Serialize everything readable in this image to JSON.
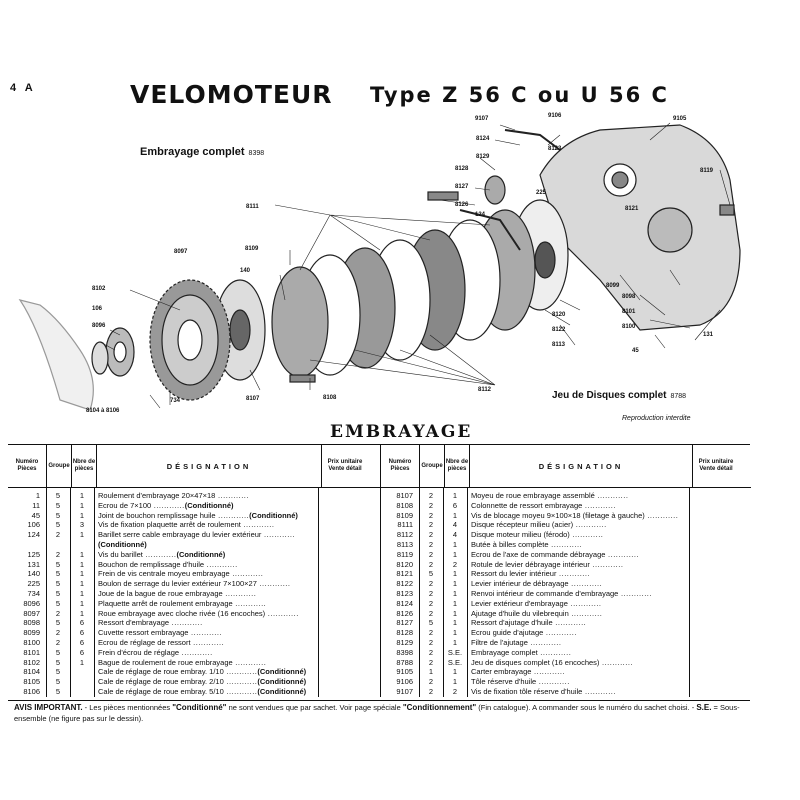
{
  "page": {
    "number": "4 A",
    "title": "VELOMOTEUR",
    "type": "Type Z 56 C ou U 56 C",
    "subtitle": "Embrayage complet",
    "subtitle_ref": "8398",
    "set_caption": "Jeu de Disques complet",
    "set_caption_ref": "8788",
    "reproduction": "Reproduction interdite",
    "section_title": "EMBRAYAGE"
  },
  "diagram_labels": [
    "9107",
    "9106",
    "9105",
    "8124",
    "8123",
    "8129",
    "8119",
    "8128",
    "225",
    "8127",
    "8126",
    "8121",
    "124",
    "8111",
    "8097",
    "8109",
    "140",
    "8102",
    "106",
    "8096",
    "8099",
    "8098",
    "8101",
    "8100",
    "131",
    "8120",
    "8122",
    "8113",
    "45",
    "8104 à 8106",
    "734",
    "8107",
    "8108",
    "8112"
  ],
  "table": {
    "headers": {
      "numero": "Numéro Pièces",
      "groupe": "Groupe",
      "nombre": "Nbre de pièces",
      "designation": "DÉSIGNATION",
      "prix": "Prix unitaire Vente détail"
    },
    "left": [
      {
        "num": "1",
        "grp": "5",
        "nbr": "1",
        "des": "Roulement d'embrayage 20×47×18",
        "cond": ""
      },
      {
        "num": "11",
        "grp": "5",
        "nbr": "1",
        "des": "Ecrou de 7×100",
        "cond": "(Conditionné)"
      },
      {
        "num": "45",
        "grp": "5",
        "nbr": "1",
        "des": "Joint de bouchon remplissage huile",
        "cond": "(Conditionné)"
      },
      {
        "num": "106",
        "grp": "5",
        "nbr": "3",
        "des": "Vis de fixation plaquette arrêt de roulement",
        "cond": ""
      },
      {
        "num": "124",
        "grp": "2",
        "nbr": "1",
        "des": "Barillet serre cable embrayage du levier extérieur",
        "cond": ""
      },
      {
        "num": "",
        "grp": "",
        "nbr": "",
        "des": "",
        "cond": "(Conditionné)"
      },
      {
        "num": "125",
        "grp": "2",
        "nbr": "1",
        "des": "Vis du barillet",
        "cond": "(Conditionné)"
      },
      {
        "num": "131",
        "grp": "5",
        "nbr": "1",
        "des": "Bouchon de remplissage d'huile",
        "cond": ""
      },
      {
        "num": "140",
        "grp": "5",
        "nbr": "1",
        "des": "Frein de vis centrale moyeu embrayage",
        "cond": ""
      },
      {
        "num": "225",
        "grp": "5",
        "nbr": "1",
        "des": "Boulon de serrage du levier extérieur 7×100×27",
        "cond": ""
      },
      {
        "num": "734",
        "grp": "5",
        "nbr": "1",
        "des": "Joue de la bague de roue embrayage",
        "cond": ""
      },
      {
        "num": "8096",
        "grp": "5",
        "nbr": "1",
        "des": "Plaquette arrêt de roulement embrayage",
        "cond": ""
      },
      {
        "num": "8097",
        "grp": "2",
        "nbr": "1",
        "des": "Roue embrayage avec cloche rivée (16 encoches)",
        "cond": ""
      },
      {
        "num": "8098",
        "grp": "5",
        "nbr": "6",
        "des": "Ressort d'embrayage",
        "cond": ""
      },
      {
        "num": "8099",
        "grp": "2",
        "nbr": "6",
        "des": "Cuvette ressort embrayage",
        "cond": ""
      },
      {
        "num": "8100",
        "grp": "2",
        "nbr": "6",
        "des": "Ecrou de réglage de ressort",
        "cond": ""
      },
      {
        "num": "8101",
        "grp": "5",
        "nbr": "6",
        "des": "Frein d'écrou de réglage",
        "cond": ""
      },
      {
        "num": "8102",
        "grp": "5",
        "nbr": "1",
        "des": "Bague de roulement de roue embrayage",
        "cond": ""
      },
      {
        "num": "8104",
        "grp": "5",
        "nbr": "",
        "des": "Cale de réglage de roue embray. 1/10",
        "cond": "(Conditionné)"
      },
      {
        "num": "8105",
        "grp": "5",
        "nbr": "",
        "des": "Cale de réglage de roue embray. 2/10",
        "cond": "(Conditionné)"
      },
      {
        "num": "8106",
        "grp": "5",
        "nbr": "",
        "des": "Cale de réglage de roue embray. 5/10",
        "cond": "(Conditionné)"
      }
    ],
    "right": [
      {
        "num": "8107",
        "grp": "2",
        "nbr": "1",
        "des": "Moyeu de roue embrayage assemblé",
        "cond": ""
      },
      {
        "num": "8108",
        "grp": "2",
        "nbr": "6",
        "des": "Colonnette de ressort embrayage",
        "cond": ""
      },
      {
        "num": "8109",
        "grp": "2",
        "nbr": "1",
        "des": "Vis de blocage moyeu 9×100×18 (filetage à gauche)",
        "cond": ""
      },
      {
        "num": "8111",
        "grp": "2",
        "nbr": "4",
        "des": "Disque récepteur milieu (acier)",
        "cond": ""
      },
      {
        "num": "8112",
        "grp": "2",
        "nbr": "4",
        "des": "Disque moteur milieu (férodo)",
        "cond": ""
      },
      {
        "num": "8113",
        "grp": "2",
        "nbr": "1",
        "des": "Butée à billes complète",
        "cond": ""
      },
      {
        "num": "8119",
        "grp": "2",
        "nbr": "1",
        "des": "Ecrou de l'axe de commande débrayage",
        "cond": ""
      },
      {
        "num": "8120",
        "grp": "2",
        "nbr": "2",
        "des": "Rotule de levier débrayage intérieur",
        "cond": ""
      },
      {
        "num": "8121",
        "grp": "5",
        "nbr": "1",
        "des": "Ressort du levier intérieur",
        "cond": ""
      },
      {
        "num": "8122",
        "grp": "2",
        "nbr": "1",
        "des": "Levier intérieur de débrayage",
        "cond": ""
      },
      {
        "num": "8123",
        "grp": "2",
        "nbr": "1",
        "des": "Renvoi intérieur de commande d'embrayage",
        "cond": ""
      },
      {
        "num": "8124",
        "grp": "2",
        "nbr": "1",
        "des": "Levier extérieur d'embrayage",
        "cond": ""
      },
      {
        "num": "8126",
        "grp": "2",
        "nbr": "1",
        "des": "Ajutage d'huile du vilebrequin",
        "cond": ""
      },
      {
        "num": "8127",
        "grp": "5",
        "nbr": "1",
        "des": "Ressort d'ajutage d'huile",
        "cond": ""
      },
      {
        "num": "8128",
        "grp": "2",
        "nbr": "1",
        "des": "Ecrou guide d'ajutage",
        "cond": ""
      },
      {
        "num": "8129",
        "grp": "2",
        "nbr": "1",
        "des": "Filtre de l'ajutage",
        "cond": ""
      },
      {
        "num": "8398",
        "grp": "2",
        "nbr": "S.E.",
        "des": "Embrayage complet",
        "cond": ""
      },
      {
        "num": "8788",
        "grp": "2",
        "nbr": "S.E.",
        "des": "Jeu de disques complet (16 encoches)",
        "cond": ""
      },
      {
        "num": "9105",
        "grp": "1",
        "nbr": "1",
        "des": "Carter embrayage",
        "cond": ""
      },
      {
        "num": "9106",
        "grp": "2",
        "nbr": "1",
        "des": "Tôle réserve d'huile",
        "cond": ""
      },
      {
        "num": "9107",
        "grp": "2",
        "nbr": "2",
        "des": "Vis de fixation tôle réserve d'huile",
        "cond": ""
      }
    ]
  },
  "notice": {
    "label": "AVIS IMPORTANT.",
    "text1": " - Les pièces mentionnées ",
    "cond1": "\"Conditionné\"",
    "text2": " ne sont vendues que par sachet. Voir page spéciale ",
    "cond2": "\"Conditionnement\"",
    "text3": " (Fin catalogue). A commander sous le numéro du sachet choisi. - ",
    "se": "S.E.",
    "text4": " = Sous-ensemble (ne figure pas sur le dessin)."
  }
}
